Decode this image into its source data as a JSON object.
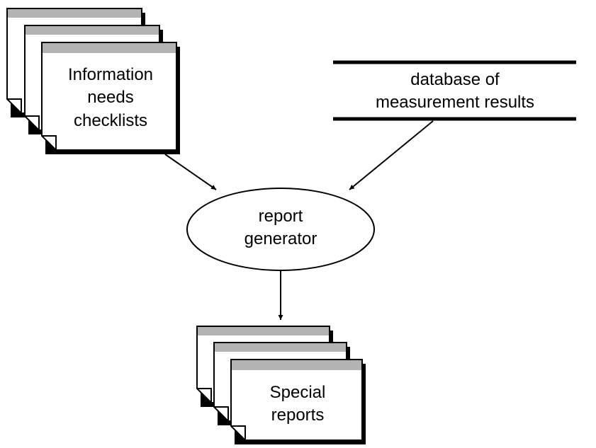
{
  "diagram": {
    "checklists_label": [
      "Information",
      "needs",
      "checklists"
    ],
    "database_label": [
      "database of",
      "measurement results"
    ],
    "generator_label": [
      "report",
      "generator"
    ],
    "reports_label": [
      "Special",
      "reports"
    ]
  },
  "colors": {
    "line": "#000000",
    "page_fill": "#ffffff",
    "header_band": "#b3b3b3",
    "background": "#ffffff"
  }
}
